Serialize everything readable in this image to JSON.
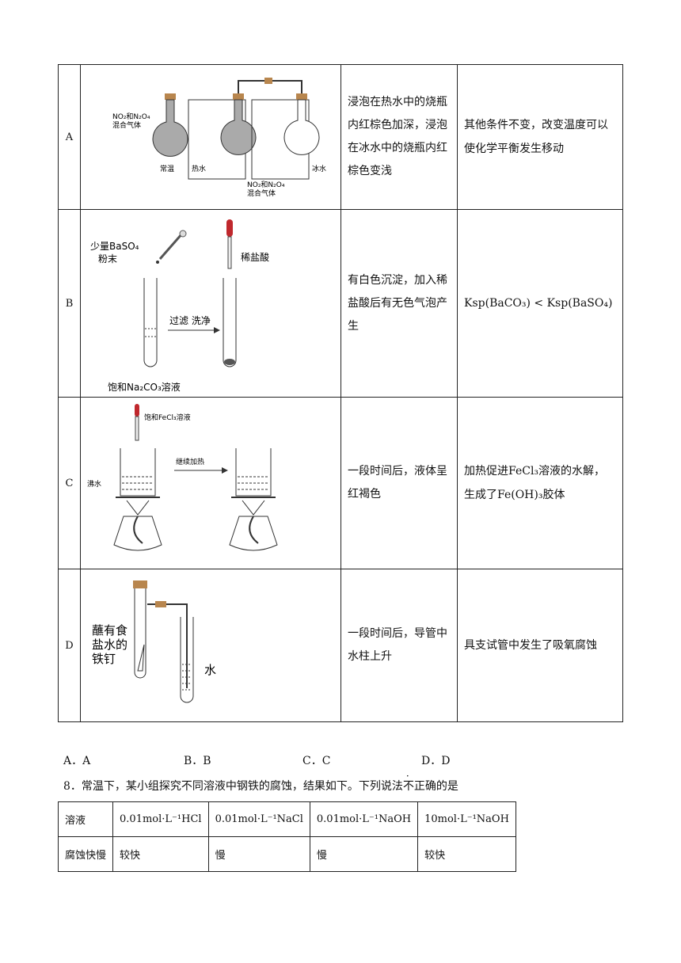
{
  "rows": [
    {
      "label": "A",
      "fig_text": {
        "gas1": "NO₂和N₂O₄",
        "gas2": "混合气体",
        "room": "常温",
        "hot": "热水",
        "ice": "冰水",
        "gas3": "NO₂和N₂O₄",
        "gas4": "混合气体"
      },
      "observation": "浸泡在热水中的烧瓶内红棕色加深，浸泡在冰水中的烧瓶内红棕色变浅",
      "conclusion": "其他条件不变，改变温度可以使化学平衡发生移动"
    },
    {
      "label": "B",
      "fig_text": {
        "powder1": "少量BaSO₄",
        "powder2": "粉末",
        "acid": "稀盐酸",
        "filter": "过滤 洗净",
        "sat": "饱和Na₂CO₃溶液"
      },
      "observation": "有白色沉淀，加入稀盐酸后有无色气泡产生",
      "conclusion": "Ksp(BaCO₃) < Ksp(BaSO₄)"
    },
    {
      "label": "C",
      "fig_text": {
        "fecl3": "饱和FeCl₃溶液",
        "boil": "沸水",
        "heat": "继续加热"
      },
      "observation": "一段时间后，液体呈红褐色",
      "conclusion": "加热促进FeCl₃溶液的水解，生成了Fe(OH)₃胶体"
    },
    {
      "label": "D",
      "fig_text": {
        "nail1": "蘸有食",
        "nail2": "盐水的",
        "nail3": "铁钉",
        "water": "水"
      },
      "observation": "一段时间后，导管中水柱上升",
      "conclusion": "具支试管中发生了吸氧腐蚀"
    }
  ],
  "options": [
    "A．A",
    "B．B",
    "C．C",
    "D．D"
  ],
  "question8": {
    "prefix": "8．常温下，某小组探究不同溶液中钢铁的腐蚀，结果如下。下列说法",
    "emph": "不正确",
    "suffix": "的是"
  },
  "table8": {
    "header": [
      "溶液",
      "0.01mol·L⁻¹HCl",
      "0.01mol·L⁻¹NaCl",
      "0.01mol·L⁻¹NaOH",
      "10mol·L⁻¹NaOH"
    ],
    "row": [
      "腐蚀快慢",
      "较快",
      "慢",
      "慢",
      "较快"
    ]
  }
}
